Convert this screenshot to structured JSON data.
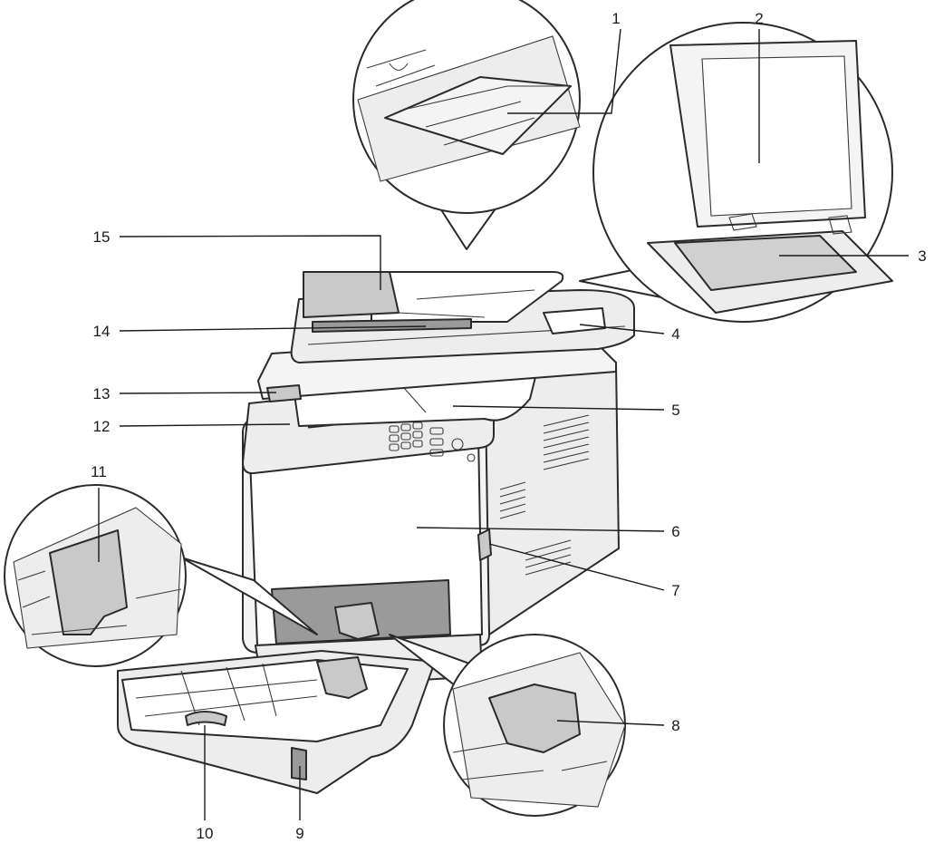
{
  "callouts": [
    {
      "id": 1,
      "label": "1"
    },
    {
      "id": 2,
      "label": "2"
    },
    {
      "id": 3,
      "label": "3"
    },
    {
      "id": 4,
      "label": "4"
    },
    {
      "id": 5,
      "label": "5"
    },
    {
      "id": 6,
      "label": "6"
    },
    {
      "id": 7,
      "label": "7"
    },
    {
      "id": 8,
      "label": "8"
    },
    {
      "id": 9,
      "label": "9"
    },
    {
      "id": 10,
      "label": "10"
    },
    {
      "id": 11,
      "label": "11"
    },
    {
      "id": 12,
      "label": "12"
    },
    {
      "id": 13,
      "label": "13"
    },
    {
      "id": 14,
      "label": "14"
    },
    {
      "id": 15,
      "label": "15"
    }
  ]
}
